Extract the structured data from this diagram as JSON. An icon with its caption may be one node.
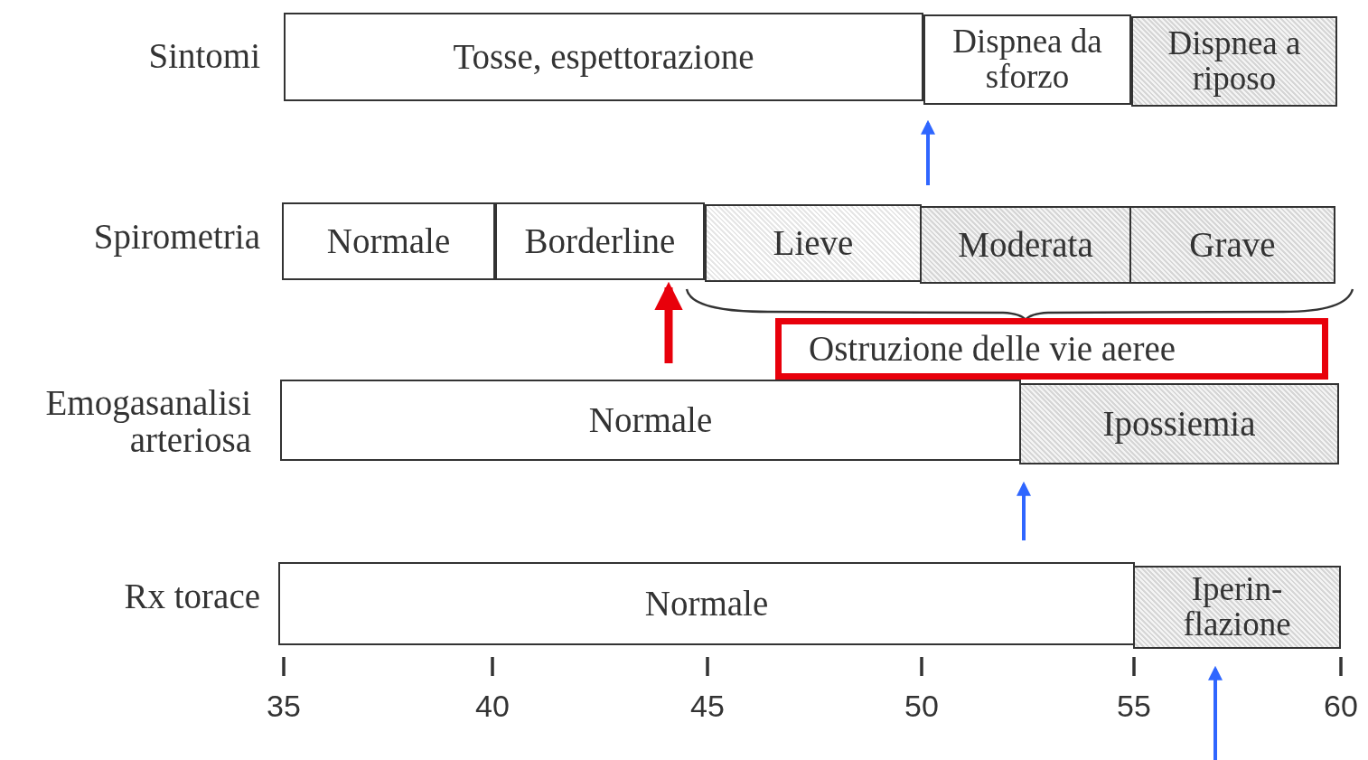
{
  "diagram": {
    "nodes": [
      {
        "text": [
          "Tosse, espettorazione"
        ]
      },
      {
        "text": [
          "Dispnea da sforzo"
        ]
      },
      {
        "text": [
          "Dispnea a riposo"
        ]
      },
      {
        "text": [
          "Normale"
        ]
      },
      {
        "text": [
          "Borderline"
        ]
      },
      {
        "text": [
          "Lieve"
        ]
      },
      {
        "text": [
          "Moderata"
        ]
      },
      {
        "text": [
          "Grave"
        ]
      },
      {
        "text": [
          "Ostruzione delle vie aeree"
        ]
      },
      {
        "text": [
          "Normale"
        ]
      },
      {
        "text": [
          "Ipossiemia"
        ]
      },
      {
        "text": [
          "Normale"
        ]
      },
      {
        "text": [
          "Iperin- flazione"
        ]
      }
    ],
    "edges": [],
    "labels": [
      "Sintomi",
      "Spirometria",
      "Emogasanalisi arteriosa",
      "Rx torace",
      "35",
      "40",
      "45",
      "50",
      "55",
      "60"
    ]
  }
}
